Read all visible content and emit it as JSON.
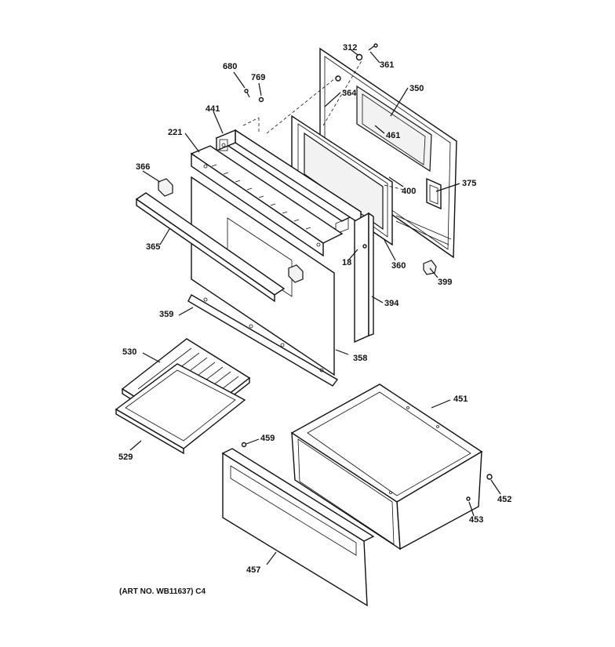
{
  "diagram": {
    "art_number": "(ART NO. WB11637) C4",
    "callouts": {
      "c312": "312",
      "c361": "361",
      "c680": "680",
      "c769": "769",
      "c350": "350",
      "c364": "364",
      "c441": "441",
      "c461": "461",
      "c221": "221",
      "c366": "366",
      "c375": "375",
      "c400": "400",
      "c365": "365",
      "c18": "18",
      "c360": "360",
      "c399": "399",
      "c359": "359",
      "c394": "394",
      "c530": "530",
      "c358": "358",
      "c451": "451",
      "c459": "459",
      "c529": "529",
      "c452": "452",
      "c453": "453",
      "c457": "457"
    }
  }
}
